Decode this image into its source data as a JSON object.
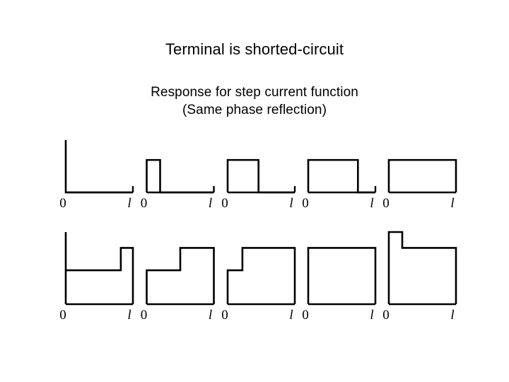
{
  "slide": {
    "background_color": "#ffffff",
    "ink_color": "#000000",
    "title": "Terminal is shorted-circuit",
    "subtitle_line_1": "Response for step current function",
    "subtitle_line_2": "(Same phase reflection)"
  },
  "axis": {
    "origin_label": "0",
    "end_label": "l"
  },
  "chart_data": {
    "type": "line",
    "title": "Terminal is shorted-circuit",
    "subtitle": "Response for step current function (Same phase reflection)",
    "xlabel": "",
    "ylabel": "",
    "xlim": [
      0,
      1
    ],
    "ylim": [
      0,
      1
    ],
    "grid": false,
    "legend": "none",
    "x_tick_labels": [
      "0",
      "l"
    ],
    "note": "Ten small step-response panels arranged in two rows of five; x axis runs from 0 to l on every panel.",
    "rows": [
      {
        "row_index": 0,
        "row_name": "voltage-row",
        "panels": [
          {
            "panel_index": 0,
            "name": "panel-r1-c1",
            "description": "Impulse spike at x=0, zero elsewhere",
            "x": [
              0,
              0,
              0,
              1
            ],
            "y": [
              0,
              1.0,
              0,
              0
            ],
            "baseline": true,
            "left_spike_height": 1.0
          },
          {
            "panel_index": 1,
            "name": "panel-r1-c2",
            "description": "Narrow rectangular pulse from 0 to 0.20",
            "x": [
              0,
              0,
              0.2,
              0.2,
              1
            ],
            "y": [
              0,
              0.62,
              0.62,
              0,
              0
            ],
            "baseline": true,
            "pulse_width": 0.2,
            "pulse_height": 0.62
          },
          {
            "panel_index": 2,
            "name": "panel-r1-c3",
            "description": "Rectangular pulse from 0 to 0.46",
            "x": [
              0,
              0,
              0.46,
              0.46,
              1
            ],
            "y": [
              0,
              0.62,
              0.62,
              0,
              0
            ],
            "baseline": true,
            "pulse_width": 0.46,
            "pulse_height": 0.62
          },
          {
            "panel_index": 3,
            "name": "panel-r1-c4",
            "description": "Rectangular pulse from 0 to 0.74",
            "x": [
              0,
              0,
              0.74,
              0.74,
              1
            ],
            "y": [
              0,
              0.62,
              0.62,
              0,
              0
            ],
            "baseline": true,
            "pulse_width": 0.74,
            "pulse_height": 0.62
          },
          {
            "panel_index": 4,
            "name": "panel-r1-c5",
            "description": "Rectangular pulse spanning the full interval 0 to l",
            "x": [
              0,
              0,
              1,
              1
            ],
            "y": [
              0,
              0.62,
              0.62,
              0
            ],
            "baseline": true,
            "pulse_width": 1.0,
            "pulse_height": 0.62
          }
        ]
      },
      {
        "row_index": 1,
        "row_name": "current-row",
        "panels": [
          {
            "panel_index": 0,
            "name": "panel-r2-c1",
            "description": "Tall spike at x=0 above a mid level that steps up at 0.82",
            "x": [
              0,
              0,
              0,
              0.82,
              0.82,
              1,
              1
            ],
            "y": [
              0,
              1.0,
              0.47,
              0.47,
              0.78,
              0.78,
              0
            ],
            "baseline": true,
            "left_spike_height": 1.0,
            "mid_level": 0.47,
            "step_position": 0.82,
            "step_level": 0.78
          },
          {
            "panel_index": 1,
            "name": "panel-r2-c2",
            "description": "Two-level staircase, step up at 0.50",
            "x": [
              0,
              0,
              0.5,
              0.5,
              1,
              1
            ],
            "y": [
              0,
              0.47,
              0.47,
              0.78,
              0.78,
              0
            ],
            "baseline": true,
            "low_level": 0.47,
            "step_position": 0.5,
            "high_level": 0.78
          },
          {
            "panel_index": 2,
            "name": "panel-r2-c3",
            "description": "Two-level staircase, step up at 0.22",
            "x": [
              0,
              0,
              0.22,
              0.22,
              1,
              1
            ],
            "y": [
              0,
              0.47,
              0.47,
              0.78,
              0.78,
              0
            ],
            "baseline": true,
            "low_level": 0.47,
            "step_position": 0.22,
            "high_level": 0.78
          },
          {
            "panel_index": 3,
            "name": "panel-r2-c4",
            "description": "Flat high level across the whole interval",
            "x": [
              0,
              0,
              1,
              1
            ],
            "y": [
              0,
              0.78,
              0.78,
              0
            ],
            "baseline": true,
            "level": 0.78
          },
          {
            "panel_index": 4,
            "name": "panel-r2-c5",
            "description": "Tall block from 0 to 0.20 dropping to a lower level until l",
            "x": [
              0,
              0,
              0.2,
              0.2,
              1,
              1
            ],
            "y": [
              0,
              1.0,
              1.0,
              0.78,
              0.78,
              0
            ],
            "baseline": true,
            "peak_level": 1.0,
            "peak_width": 0.2,
            "tail_level": 0.78
          }
        ]
      }
    ]
  }
}
